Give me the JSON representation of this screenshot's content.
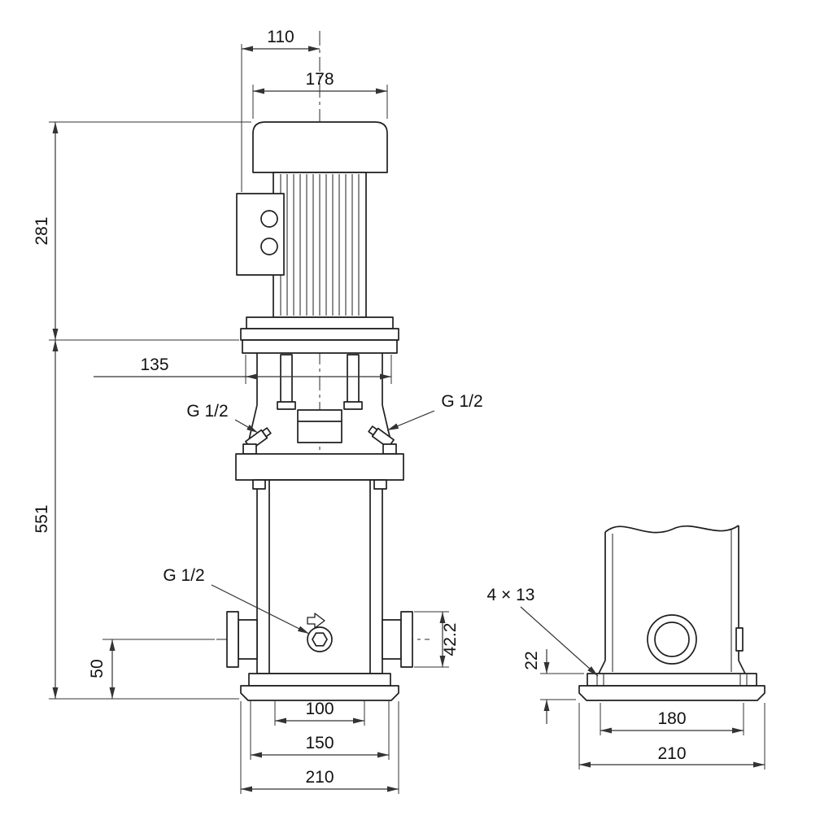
{
  "front": {
    "d110": "110",
    "d178": "178",
    "d281": "281",
    "d135": "135",
    "d551": "551",
    "d42": "42.2",
    "d50": "50",
    "d100": "100",
    "d150": "150",
    "d210": "210",
    "plug_left": "G 1/2",
    "plug_right": "G 1/2",
    "drain": "G 1/2"
  },
  "side": {
    "holes": "4 × 13",
    "d22": "22",
    "d180": "180",
    "d210": "210"
  },
  "colors": {
    "line": "#1f1f1f",
    "background": "#ffffff"
  }
}
